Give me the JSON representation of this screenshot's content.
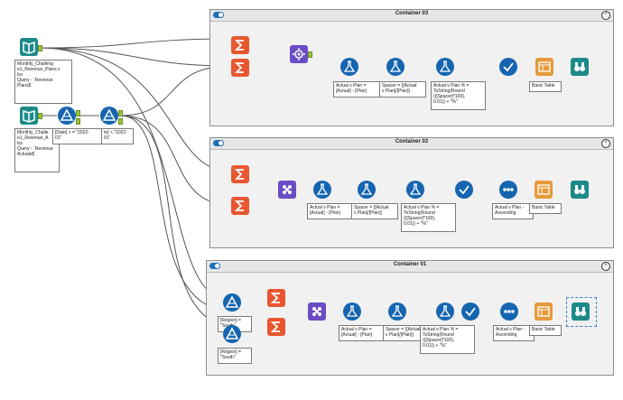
{
  "containers": {
    "c03": {
      "title": "Container 03",
      "collapse_glyph": "^"
    },
    "c02": {
      "title": "Container 02",
      "collapse_glyph": "^"
    },
    "c01": {
      "title": "Container 01",
      "collapse_glyph": "^"
    }
  },
  "inputs": {
    "plans": {
      "icon": "book-icon",
      "annotation": "Monthly_Challeng\ne1_Revenue_Plans.x\nlsx\nQuery - `Revenue\nPlans$`"
    },
    "actuals": {
      "icon": "book-icon",
      "annotation": "Monthly_Challe\ne1_Revenue_A\nlsx\nQuery - `Revenue\nActuals$`"
    }
  },
  "filters_top": {
    "filter1_annotation": "[Date] > = \"2022-\n01\"",
    "filter2_annotation": "te] < \"2022-\n01\""
  },
  "row03": {
    "formula1": "Actual v Plan =\n[Actual] - [Plan]",
    "formula2": "Spacer = ([Actual\nv Plan]/[Plan])",
    "formula3": "Actual v Plan % =\nToString(Round\n(([Spacer]*100),\n0.01)) + \"%\"",
    "table": "Basic Table"
  },
  "row02": {
    "formula1": "Actual v Plan =\n[Actual] - [Plan]",
    "formula2": "Spacer = ([Actual\nv Plan]/[Plan])",
    "formula3": "Actual v Plan % =\nToString(Round\n(([Spacer]*100),\n0.01)) + \"%\"",
    "sort": "Actual v Plan -\nAscending",
    "table": "Basic Table"
  },
  "row01": {
    "filter1": "[Region] =\n\"South\"",
    "filter2": "[Region] =\n\"South\"",
    "formula1": "Actual v Plan =\n[Actual] - [Plan]",
    "formula2": "Spacer = ([Actual\nv Plan]/[Plan])",
    "formula3": "Actual v Plan % =\nToString(Round\n(([Spacer]*100),\n0.01)) + \"%\"",
    "sort": "Actual v Plan -\nAscending",
    "table": "Basic Table"
  },
  "colors": {
    "input": "#1d8a8a",
    "filter": "#1565b0",
    "summarize": "#e8572f",
    "join": "#6a4cc4",
    "union": "#6a4cc4",
    "formula": "#1565b0",
    "select": "#1565b0",
    "sort": "#1565b0",
    "table": "#e69a3c",
    "browse": "#1d8a8a",
    "anchor": "#9bc53d",
    "wire": "#555555",
    "container_bg": "#f1f1f1",
    "selection": "#2f83d6"
  }
}
